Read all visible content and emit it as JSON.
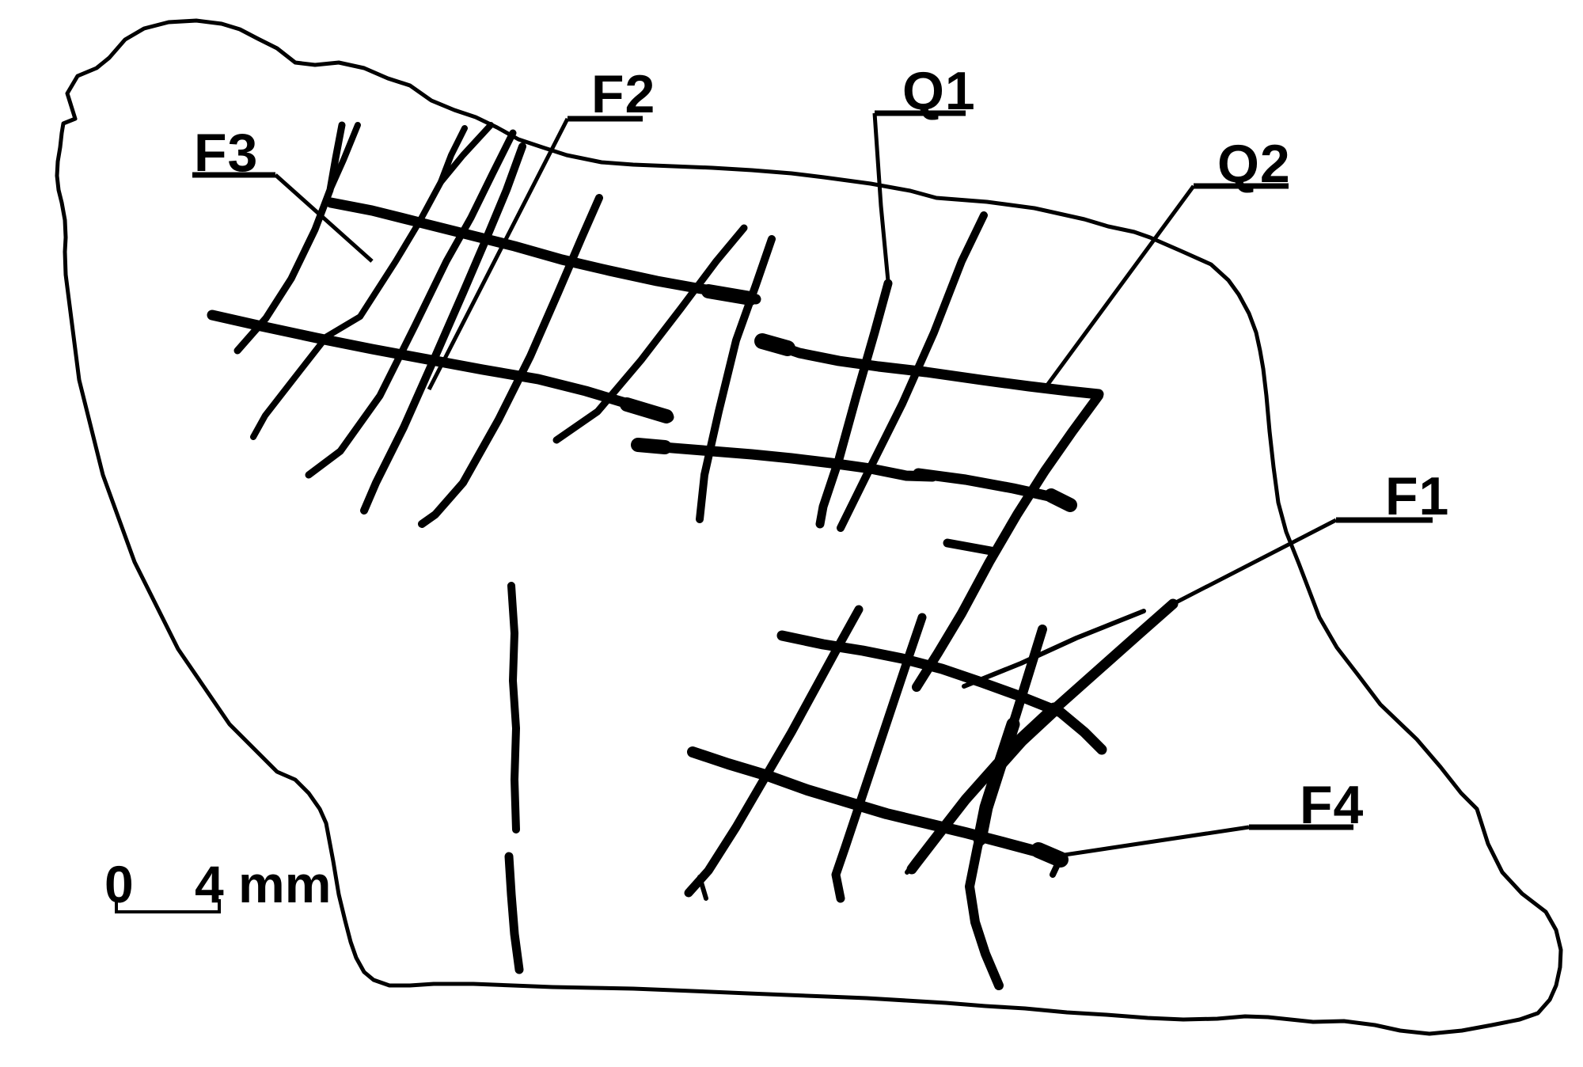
{
  "figure": {
    "type": "archaeological-line-drawing",
    "description": "Line drawing of an engraved stone fragment with three groups of incised cross-hatched lines, feature labels and a millimetre scale bar",
    "colors": {
      "ink": "#000000",
      "background": "#ffffff"
    },
    "labels": {
      "f2": "F2",
      "q1": "Q1",
      "f3": "F3",
      "q2": "Q2",
      "f1": "F1",
      "f4": "F4"
    },
    "scale_bar": {
      "start": "0",
      "end": "4 mm"
    }
  }
}
